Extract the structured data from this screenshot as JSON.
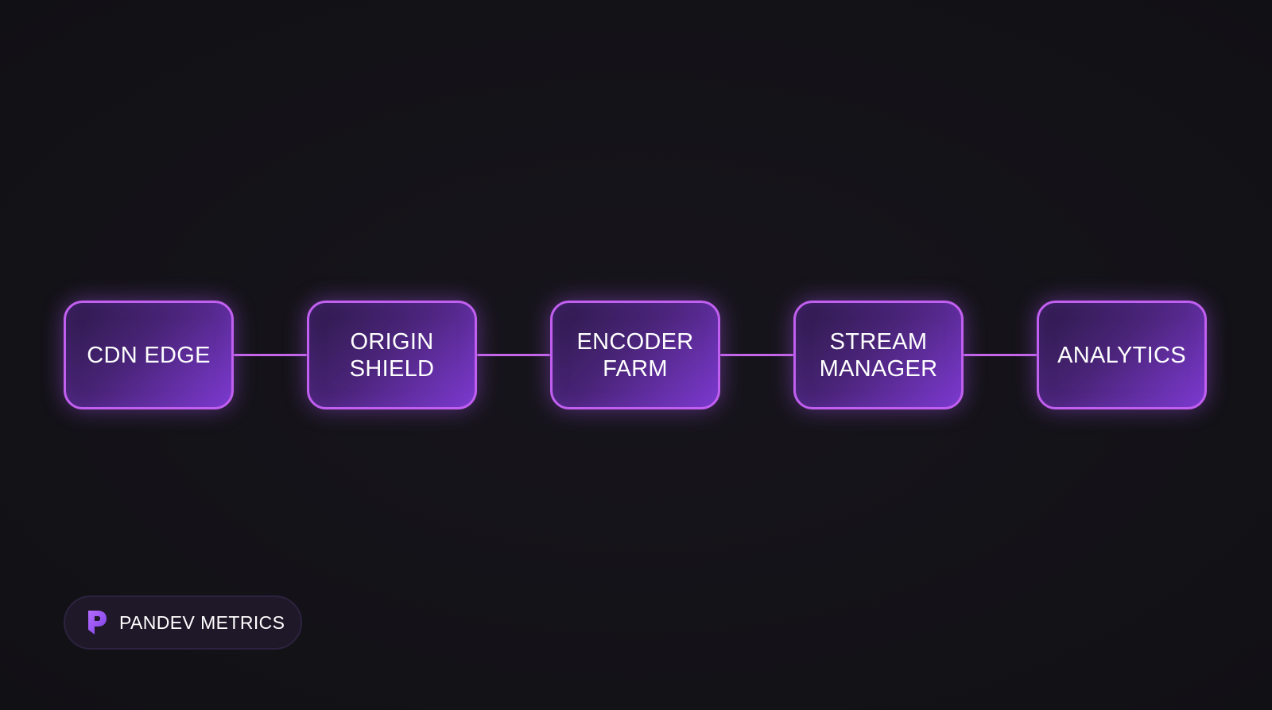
{
  "diagram": {
    "nodes": [
      {
        "label": "CDN EDGE"
      },
      {
        "label": "ORIGIN\nSHIELD"
      },
      {
        "label": "ENCODER\nFARM"
      },
      {
        "label": "STREAM\nMANAGER"
      },
      {
        "label": "ANALYTICS"
      }
    ],
    "edges": [
      {
        "from": "CDN EDGE",
        "to": "ORIGIN SHIELD"
      },
      {
        "from": "ORIGIN SHIELD",
        "to": "ENCODER FARM"
      },
      {
        "from": "ENCODER FARM",
        "to": "STREAM MANAGER"
      },
      {
        "from": "STREAM MANAGER",
        "to": "ANALYTICS"
      }
    ]
  },
  "brand": {
    "name": "PANDEV METRICS",
    "icon": "pandev-logo-icon"
  },
  "colors": {
    "background": "#141318",
    "node_border": "#c15ff0",
    "node_fill_start": "#2c1a48",
    "node_fill_end": "#7d3ad1",
    "connector": "#c466e6"
  }
}
